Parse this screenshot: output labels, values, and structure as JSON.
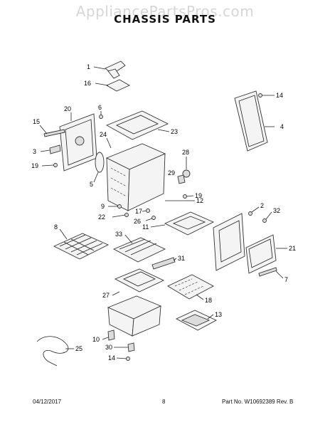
{
  "watermark": "AppliancePartsPros.com",
  "title": "CHASSIS PARTS",
  "footer": {
    "date": "04/12/2017",
    "page": "8",
    "part_info": "Part No. W10692389  Rev. B"
  },
  "callouts": [
    "1",
    "16",
    "14",
    "4",
    "20",
    "6",
    "15",
    "24",
    "23",
    "3",
    "19",
    "5",
    "28",
    "29",
    "9",
    "22",
    "17",
    "26",
    "19",
    "12",
    "2",
    "32",
    "11",
    "8",
    "33",
    "31",
    "21",
    "7",
    "27",
    "18",
    "13",
    "10",
    "25",
    "30",
    "14"
  ]
}
